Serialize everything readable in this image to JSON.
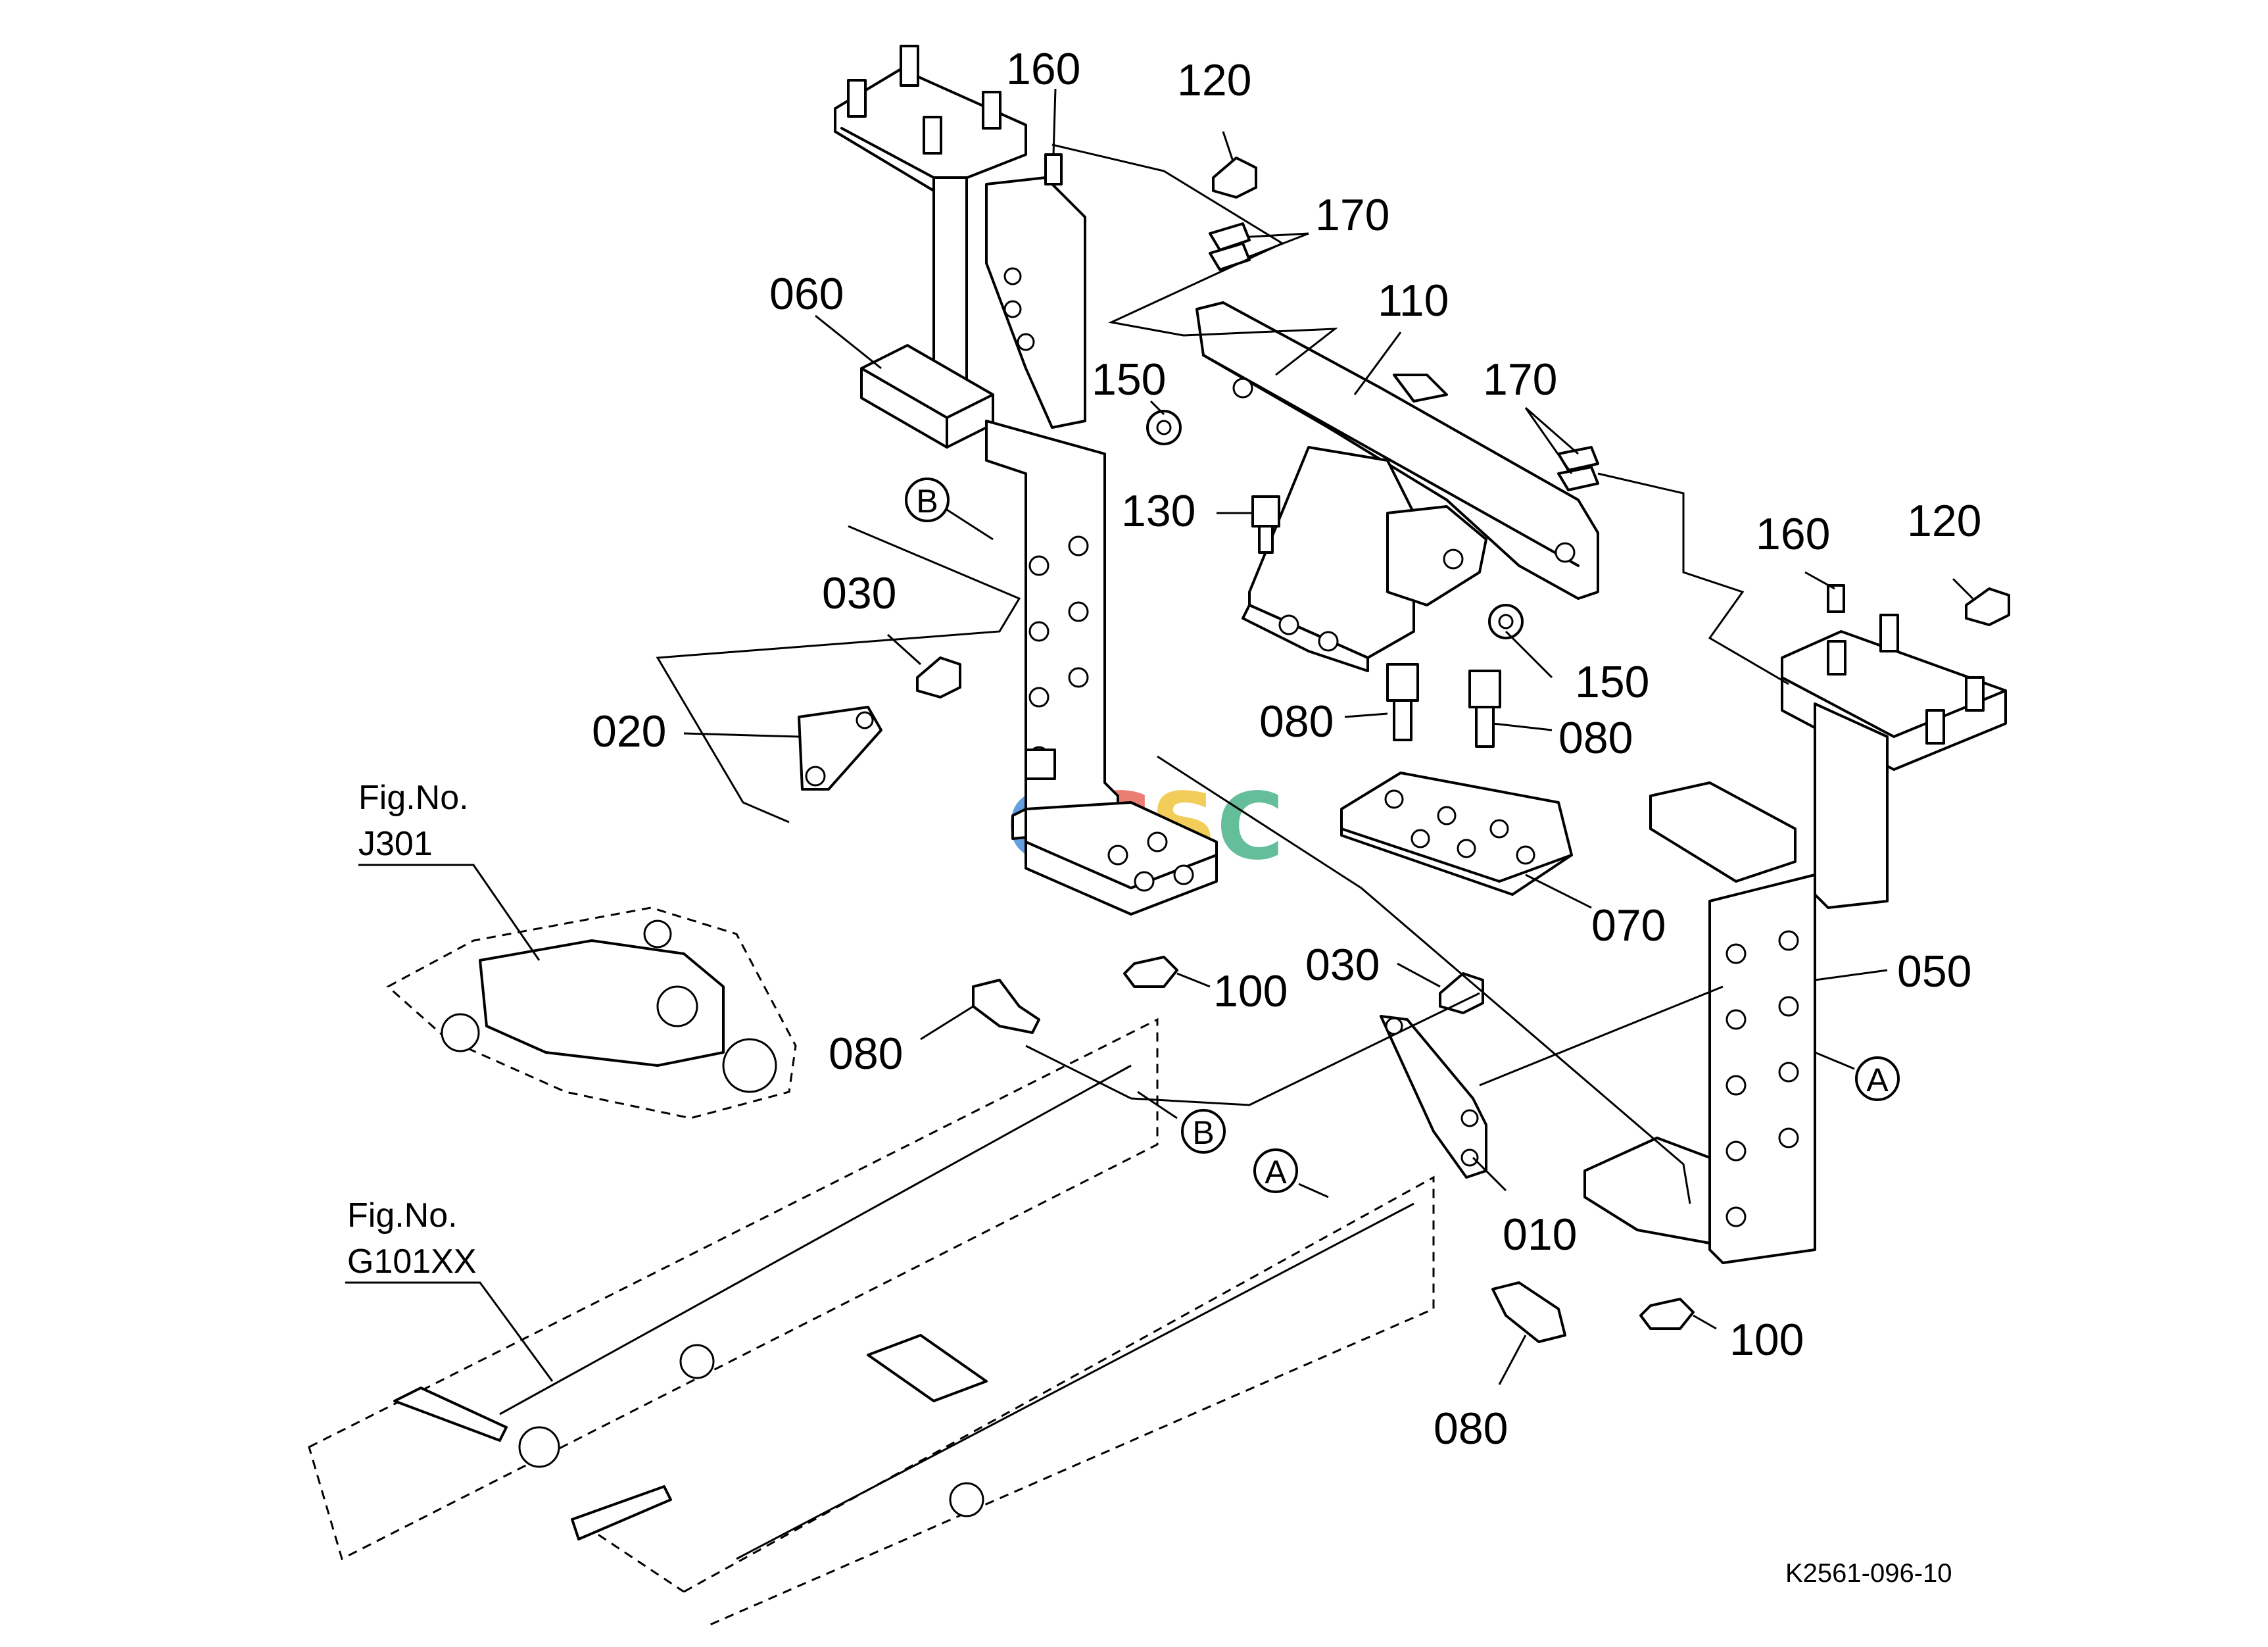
{
  "diagram": {
    "labels": {
      "p160_top": "160",
      "p120_top": "120",
      "p170_top": "170",
      "p060": "060",
      "p110": "110",
      "p150_left": "150",
      "p170_right": "170",
      "p130": "130",
      "p160_right": "160",
      "p120_right": "120",
      "p030_left": "030",
      "p020": "020",
      "p080_mid_left": "080",
      "p080_mid_right": "080",
      "p150_right": "150",
      "p070": "070",
      "p050": "050",
      "p030_right": "030",
      "p100_mid": "100",
      "p080_left_low": "080",
      "p010": "010",
      "p100_low": "100",
      "p080_bottom": "080"
    },
    "callouts": {
      "b_top": "B",
      "b_frame": "B",
      "a_frame": "A",
      "a_bracket": "A"
    },
    "fig_refs": {
      "j301_title": "Fig.No.",
      "j301_code": "J301",
      "g101_title": "Fig.No.",
      "g101_code": "G101XX"
    },
    "watermark": {
      "letters": [
        "C",
        "G",
        "S",
        "C"
      ],
      "colors": [
        "#4a90d9",
        "#e8675a",
        "#f2c53d",
        "#49b38a"
      ]
    },
    "drawing_code": "K2561-096-10"
  }
}
